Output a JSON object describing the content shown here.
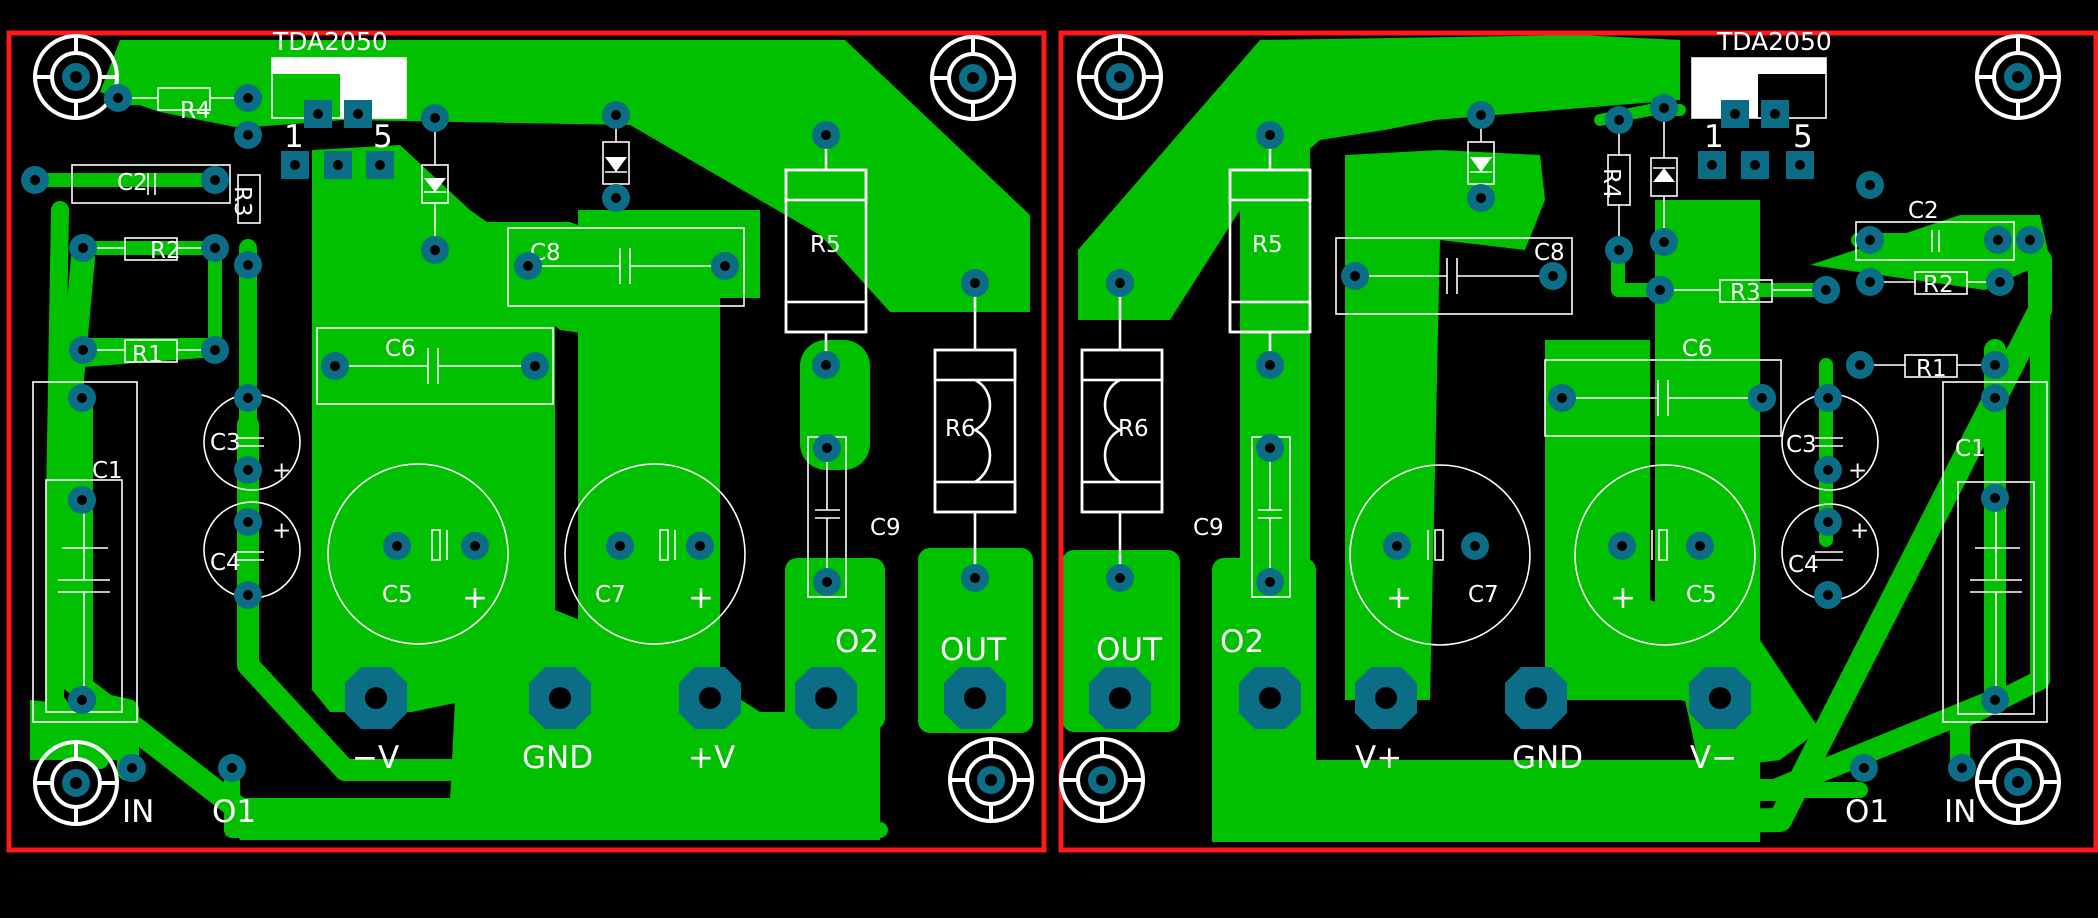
{
  "colors": {
    "background": "#000000",
    "copper": "#00c000",
    "pad": "#0b6d86",
    "drill": "#000000",
    "silkscreen": "#ffffff",
    "board_outline": "#ff1a1a"
  },
  "left_board": {
    "ic": "TDA2050",
    "pin_first": "1",
    "pin_last": "5",
    "refs": {
      "r1": "R1",
      "r2": "R2",
      "r3": "R3",
      "r4": "R4",
      "r5": "R5",
      "r6": "R6",
      "c1": "C1",
      "c2": "C2",
      "c3": "C3",
      "c4": "C4",
      "c5": "C5",
      "c6": "C6",
      "c7": "C7",
      "c8": "C8",
      "c9": "C9"
    },
    "plus": "+",
    "terminals": {
      "vneg": "−V",
      "gnd": "GND",
      "vpos": "+V",
      "o2": "O2",
      "out": "OUT",
      "input": "IN",
      "o1": "O1"
    }
  },
  "right_board": {
    "ic": "TDA2050",
    "pin_first": "1",
    "pin_last": "5",
    "refs": {
      "r1": "R1",
      "r2": "R2",
      "r3": "R3",
      "r4": "R4",
      "r5": "R5",
      "r6": "R6",
      "c1": "C1",
      "c2": "C2",
      "c3": "C3",
      "c4": "C4",
      "c5": "C5",
      "c6": "C6",
      "c7": "C7",
      "c8": "C8",
      "c9": "C9"
    },
    "plus": "+",
    "terminals": {
      "out": "OUT",
      "o2": "O2",
      "vpos": "V+",
      "gnd": "GND",
      "vneg": "V−",
      "o1": "O1",
      "input": "IN"
    }
  }
}
